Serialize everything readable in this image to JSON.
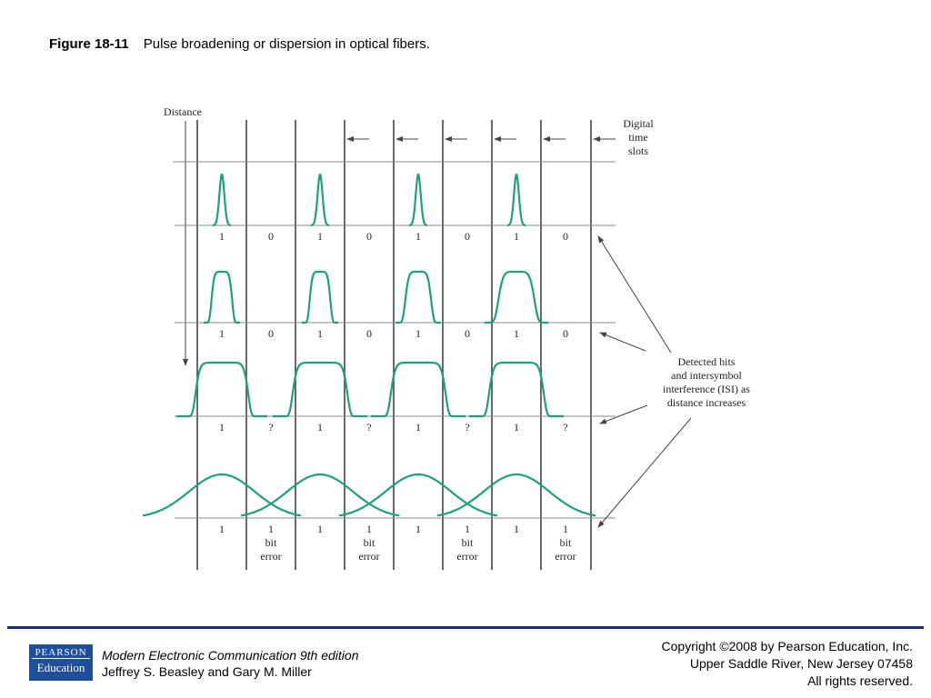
{
  "caption": {
    "figure_number": "Figure 18-11",
    "title": "Pulse broadening or dispersion in optical fibers."
  },
  "diagram": {
    "distance_label": "Distance",
    "time_slots_label": [
      "Digital",
      "time",
      "slots"
    ],
    "annotation_label": [
      "Detected bits",
      "and intersymbol",
      "interference (ISI) as",
      "distance increases"
    ],
    "rows": [
      {
        "labels": [
          "1",
          "0",
          "1",
          "0",
          "1",
          "0",
          "1",
          "0"
        ]
      },
      {
        "labels": [
          "1",
          "0",
          "1",
          "0",
          "1",
          "0",
          "1",
          "0"
        ]
      },
      {
        "labels": [
          "1",
          "?",
          "1",
          "?",
          "1",
          "?",
          "1",
          "?"
        ]
      },
      {
        "labels": [
          "1",
          "1",
          "1",
          "1",
          "1",
          "1",
          "1",
          "1"
        ],
        "sublabels": [
          "bit",
          "error"
        ]
      }
    ],
    "colors": {
      "pulse": "#1ea07c",
      "lines": "#444444"
    }
  },
  "footer": {
    "logo_top": "PEARSON",
    "logo_bottom": "Education",
    "book_title": "Modern Electronic Communication 9th edition",
    "authors": "Jeffrey S. Beasley and Gary M. Miller",
    "copyright_lines": [
      "Copyright ©2008 by Pearson Education, Inc.",
      "Upper Saddle River, New Jersey 07458",
      "All rights reserved."
    ],
    "rule_color": "#1a2f6e"
  }
}
